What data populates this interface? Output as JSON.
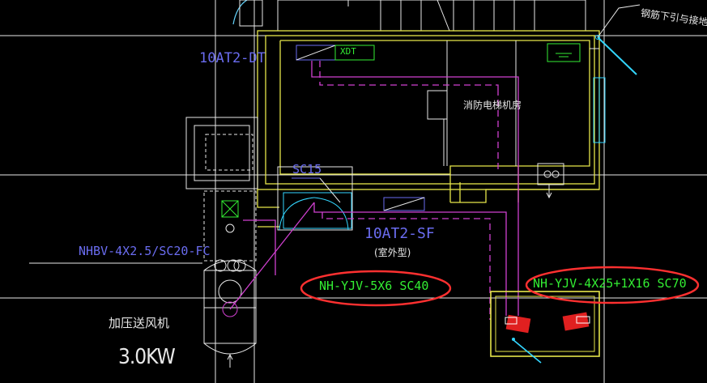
{
  "labels": {
    "panel_dt": "10AT2-DT",
    "xdt": "XDT",
    "rebar_note": "钢筋下引与接地网",
    "elevator_room": "消防电梯机房",
    "sc15": "SC15",
    "panel_sf": "10AT2-SF",
    "outdoor": "(室外型)",
    "cable_left": "NHBV-4X2.5/SC20-FC",
    "cable_mid": "NH-YJV-5X6  SC40",
    "cable_right": "NH-YJV-4X25+1X16  SC70",
    "fan_name": "加压送风机",
    "fan_power": "3.0KW"
  },
  "colors": {
    "background": "#000000",
    "wall": "#e6e64a",
    "grid": "#e8e8e8",
    "wire": "#d040d0",
    "cable_text": "#33ee33",
    "label_blue": "#6a6cf0",
    "highlight": "#ff3030",
    "leader": "#33d6ff"
  }
}
